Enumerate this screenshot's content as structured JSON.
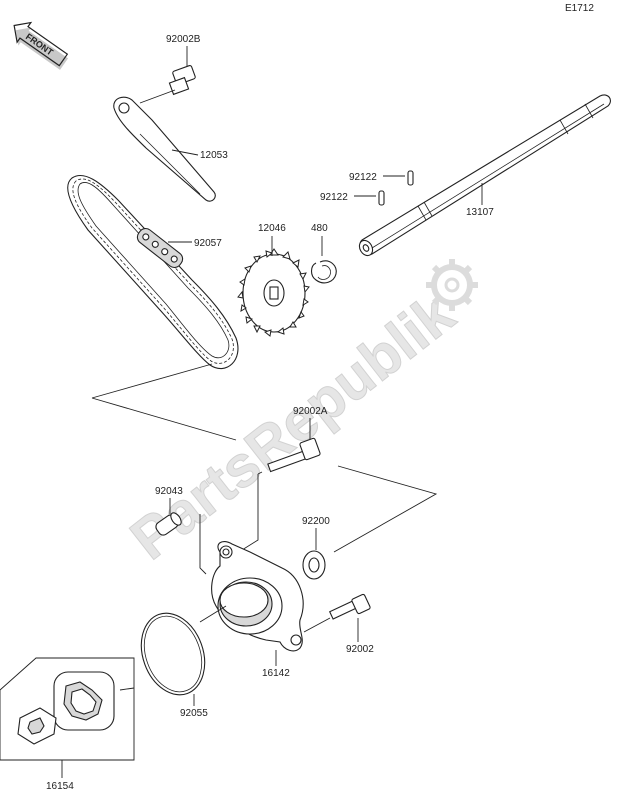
{
  "diagram_code": "E1712",
  "front_label": "FRONT",
  "watermark": "PartsRepublik",
  "parts": {
    "p92002B": "92002B",
    "p12053": "12053",
    "p92057": "92057",
    "p12046": "12046",
    "p480": "480",
    "p92122a": "92122",
    "p92122b": "92122",
    "p13107": "13107",
    "p92002A": "92002A",
    "p92043": "92043",
    "p92200": "92200",
    "p92002": "92002",
    "p16142": "16142",
    "p92055": "92055",
    "p16154": "16154"
  }
}
